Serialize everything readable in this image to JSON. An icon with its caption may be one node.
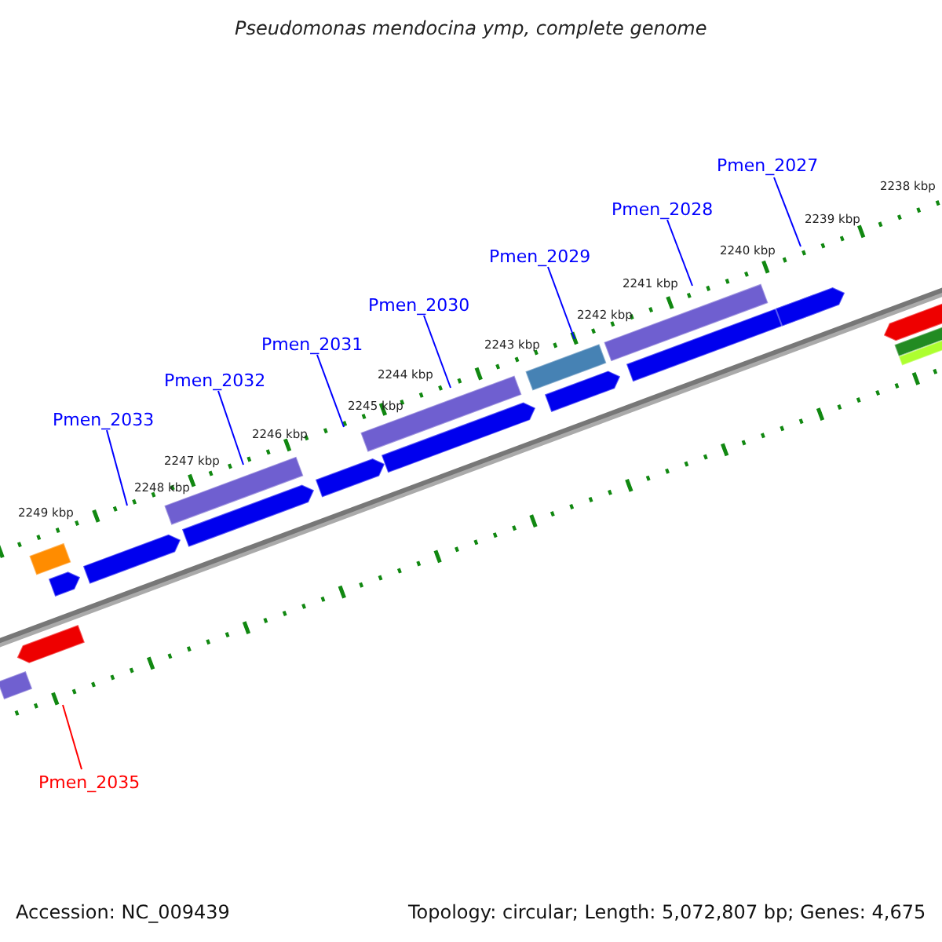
{
  "diagram": {
    "title": "Pseudomonas mendocina ymp, complete genome",
    "nodes": [
      {
        "text": [
          "Pmen_2027"
        ]
      },
      {
        "text": [
          "Pmen_2028"
        ]
      },
      {
        "text": [
          "Pmen_2029"
        ]
      },
      {
        "text": [
          "Pmen_2030"
        ]
      },
      {
        "text": [
          "Pmen_2031"
        ]
      },
      {
        "text": [
          "Pmen_2032"
        ]
      },
      {
        "text": [
          "Pmen_2033"
        ]
      },
      {
        "text": [
          "Pmen_2035"
        ]
      }
    ],
    "edges": [
      {
        "from": 0,
        "to": null,
        "arrow": "none"
      },
      {
        "from": 1,
        "to": null,
        "arrow": "none"
      },
      {
        "from": 2,
        "to": null,
        "arrow": "none"
      },
      {
        "from": 3,
        "to": null,
        "arrow": "none"
      },
      {
        "from": 4,
        "to": null,
        "arrow": "none"
      },
      {
        "from": 5,
        "to": null,
        "arrow": "none"
      },
      {
        "from": 6,
        "to": null,
        "arrow": "none"
      },
      {
        "from": 7,
        "to": null,
        "arrow": "none",
        "color": "#ff0000"
      }
    ],
    "labels": [
      "2238 kbp",
      "2239 kbp",
      "2240 kbp",
      "2241 kbp",
      "2242 kbp",
      "2243 kbp",
      "2244 kbp",
      "2245 kbp",
      "2246 kbp",
      "2247 kbp",
      "2248 kbp",
      "2249 kbp",
      "Accession: NC_009439",
      "Topology: circular; Length: 5,072,807 bp; Genes: 4,675"
    ]
  }
}
